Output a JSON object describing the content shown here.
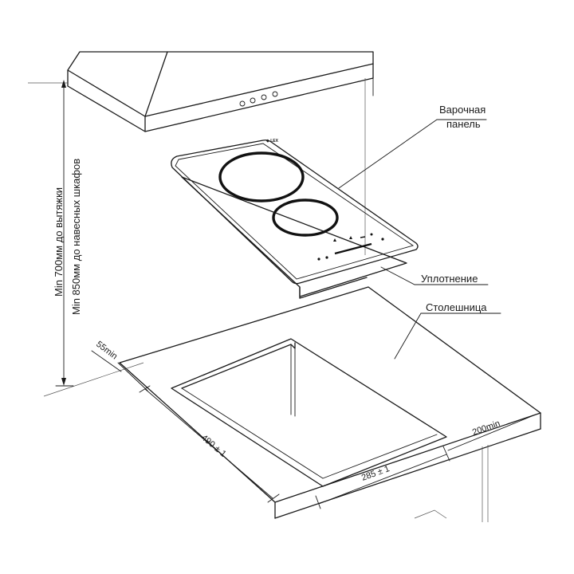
{
  "labels": {
    "hob_line1": "Варочная",
    "hob_line2": "панель",
    "seal": "Уплотнение",
    "countertop": "Столешница"
  },
  "vertical": {
    "line1": "Min 700мм до вытяжки",
    "line2": "Min 850мм до навесных шкафов"
  },
  "dimensions": {
    "side_gap": "55min",
    "depth": "490 ± 1",
    "width": "285 ± 1",
    "wall_gap": "200min"
  },
  "hob_brand": "◆ LEX"
}
